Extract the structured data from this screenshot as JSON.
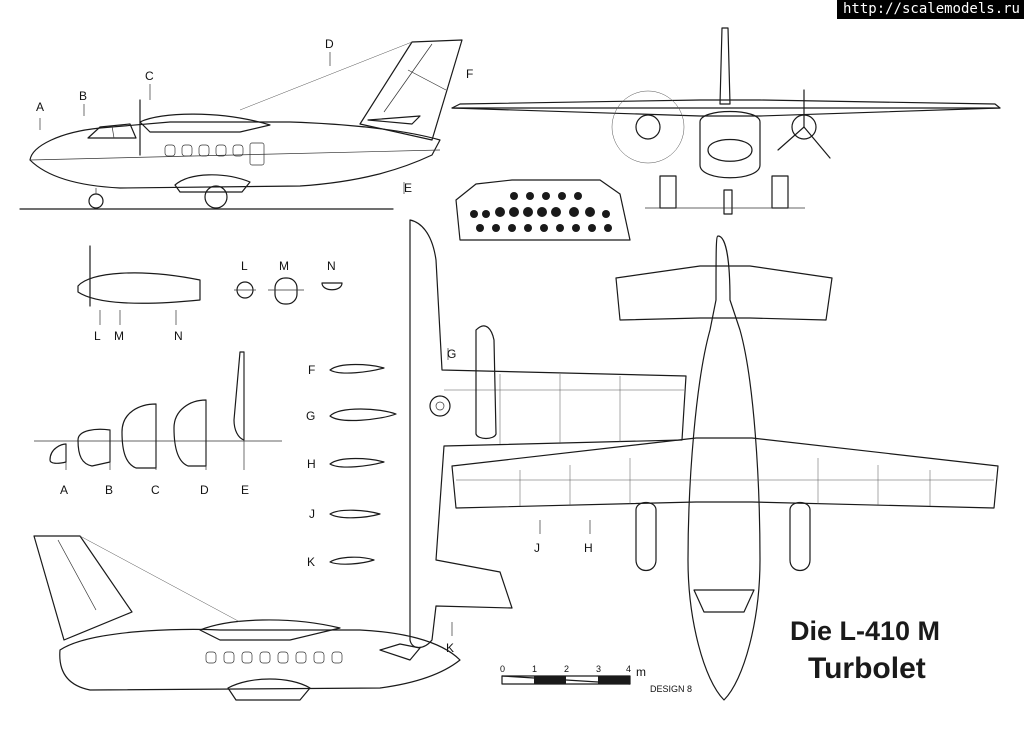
{
  "watermark": "http://scalemodels.ru",
  "title": {
    "line1": "Die L-410 M",
    "line2": "Turbolet"
  },
  "scale_bar": {
    "ticks": [
      "0",
      "1",
      "2",
      "3",
      "4"
    ],
    "unit": "m"
  },
  "signature": "DESIGN 8",
  "section_labels": {
    "side_top": [
      "A",
      "B",
      "C",
      "D"
    ],
    "E": "E",
    "F": "F",
    "G": "G",
    "nacelle": [
      "L",
      "M",
      "N"
    ],
    "nacelle_sections": [
      "L",
      "M",
      "N"
    ],
    "fuselage_sections": [
      "A",
      "B",
      "C",
      "D",
      "E"
    ],
    "airfoils": [
      "F",
      "G",
      "H",
      "J",
      "K"
    ],
    "plan_JH": [
      "J",
      "H"
    ],
    "K": "K"
  }
}
